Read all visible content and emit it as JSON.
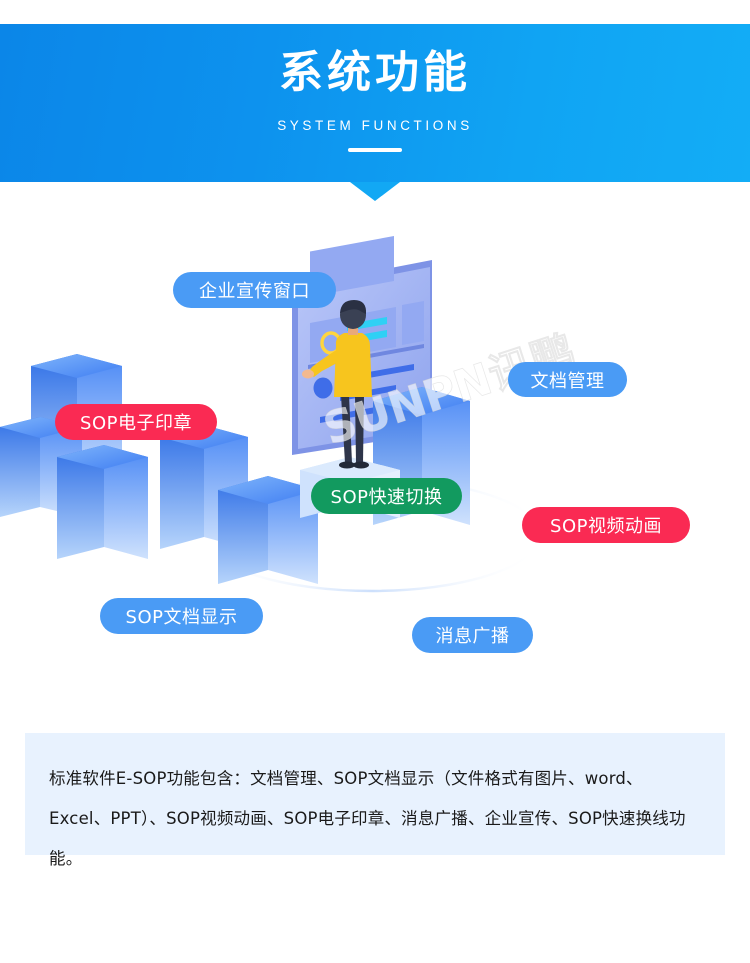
{
  "banner": {
    "title": "系统功能",
    "subtitle": "SYSTEM FUNCTIONS",
    "gradient_start": "#0b86e8",
    "gradient_end": "#13adf6"
  },
  "illustration": {
    "watermark": "SUNPN讯鹏",
    "person_shirt_color": "#f7c51e",
    "person_pants_color": "#2e3549",
    "screen_color": "#a8b8f5",
    "bar_color": "#4f8df7",
    "labels": [
      {
        "id": "qiye-xuanchuan-chuangkou",
        "text": "企业宣传窗口",
        "color": "#4a9bf5",
        "style": "blue"
      },
      {
        "id": "wendang-guanli",
        "text": "文档管理",
        "color": "#4a9bf5",
        "style": "blue"
      },
      {
        "id": "sop-dianzi-yinzhang",
        "text": "SOP电子印章",
        "color": "#fa2a53",
        "style": "red"
      },
      {
        "id": "sop-kuaisu-qiehuan",
        "text": "SOP快速切换",
        "color": "#129a5f",
        "style": "green"
      },
      {
        "id": "sop-shipin-donghua",
        "text": "SOP视频动画",
        "color": "#fa2a53",
        "style": "red"
      },
      {
        "id": "sop-wendang-xianshi",
        "text": "SOP文档显示",
        "color": "#4a9bf5",
        "style": "blue"
      },
      {
        "id": "xiaoxi-guangbo",
        "text": "消息广播",
        "color": "#4a9bf5",
        "style": "blue"
      }
    ]
  },
  "description": {
    "text": "标准软件E-SOP功能包含：文档管理、SOP文档显示（文件格式有图片、word、Excel、PPT）、SOP视频动画、SOP电子印章、消息广播、企业宣传、SOP快速换线功能。",
    "background": "#e8f2fe"
  }
}
